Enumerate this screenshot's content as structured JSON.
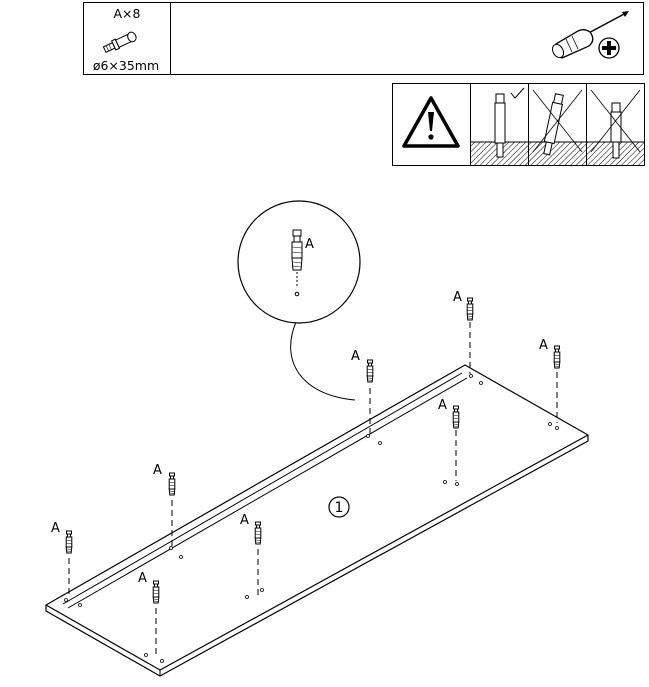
{
  "header": {
    "part_id": "A×8",
    "part_size": "ø6×35mm",
    "tool": "screwdriver-icon",
    "screw_head": "phillips-icon"
  },
  "warning": {
    "icon": "exclamation-triangle-icon",
    "panels": [
      {
        "icon": "correct-insertion-icon",
        "mark": "✓"
      },
      {
        "icon": "wrong-tilted-insertion-icon",
        "mark": "✕"
      },
      {
        "icon": "wrong-deep-insertion-icon",
        "mark": "✕"
      }
    ]
  },
  "callout": {
    "label": "A"
  },
  "board": {
    "step": "1"
  },
  "fasteners": [
    "A",
    "A",
    "A",
    "A",
    "A",
    "A",
    "A",
    "A"
  ]
}
